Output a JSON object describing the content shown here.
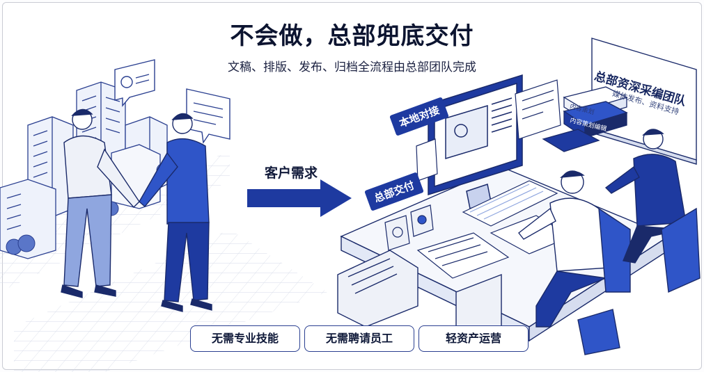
{
  "header": {
    "title": "不会做，总部兜底交付",
    "subtitle": "文稿、排版、发布、归档全流程由总部团队完成"
  },
  "flow": {
    "arrow_label": "客户需求"
  },
  "tags": {
    "local": "本地对接",
    "hq": "总部交付"
  },
  "team_board": {
    "title": "总部资深采编团队",
    "subtitle": "媒体发布、资料支持"
  },
  "books": {
    "top": "内容策划",
    "bottom": "内容策划编辑"
  },
  "benefits": [
    {
      "label": "无需专业技能"
    },
    {
      "label": "无需聘请员工"
    },
    {
      "label": "轻资产运营"
    }
  ],
  "colors": {
    "primary": "#1e3aa0",
    "accent": "#2f55c8",
    "outline": "#1a2a6a",
    "light_fill": "#e8edf8"
  }
}
